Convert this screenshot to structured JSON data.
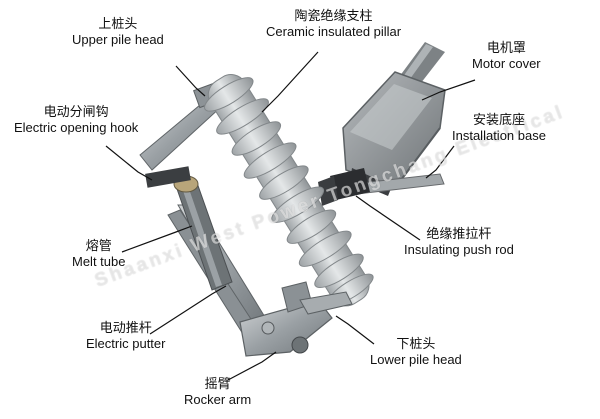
{
  "watermark": "Shaanxi West Power Tongchang Electrical",
  "colors": {
    "porcelain": "#c9cdcf",
    "metal": "#9aa0a4",
    "dark": "#2e3033",
    "leader": "#111111"
  },
  "labels": {
    "upper_pile_head": {
      "zh": "上桩头",
      "en": "Upper pile head"
    },
    "ceramic_insulated_pillar": {
      "zh": "陶瓷绝缘支柱",
      "en": "Ceramic insulated pillar"
    },
    "motor_cover": {
      "zh": "电机罩",
      "en": "Motor cover"
    },
    "electric_opening_hook": {
      "zh": "电动分闸钩",
      "en": "Electric opening hook"
    },
    "installation_base": {
      "zh": "安装底座",
      "en": "Installation base"
    },
    "melt_tube": {
      "zh": "熔管",
      "en": "Melt tube"
    },
    "insulating_push_rod": {
      "zh": "绝缘推拉杆",
      "en": "Insulating push rod"
    },
    "electric_putter": {
      "zh": "电动推杆",
      "en": "Electric putter"
    },
    "lower_pile_head": {
      "zh": "下桩头",
      "en": "Lower pile head"
    },
    "rocker_arm": {
      "zh": "摇臂",
      "en": "Rocker arm"
    }
  }
}
